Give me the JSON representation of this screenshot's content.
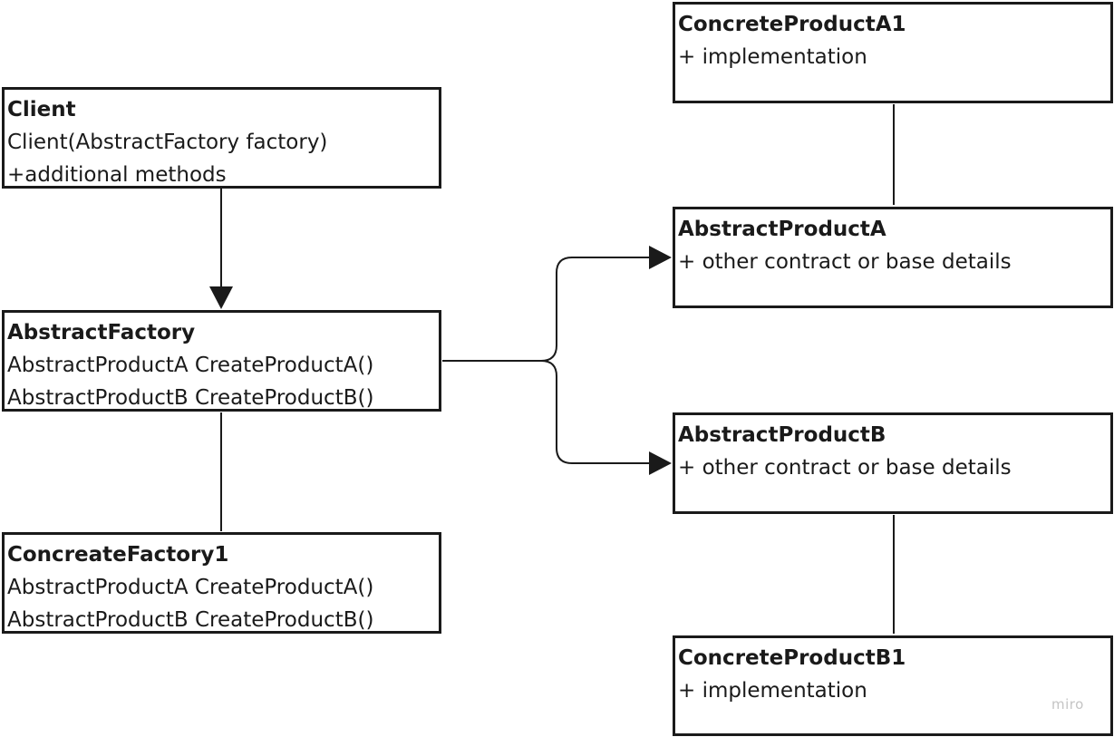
{
  "diagram": {
    "watermark": "miro",
    "line_color": "#1a1a1a",
    "boxes": {
      "client": {
        "title": "Client",
        "members": [
          "Client(AbstractFactory factory)",
          "+additional methods"
        ]
      },
      "abstract_factory": {
        "title": "AbstractFactory",
        "members": [
          "AbstractProductA CreateProductA()",
          "AbstractProductB CreateProductB()"
        ]
      },
      "concreate_factory1": {
        "title": "ConcreateFactory1",
        "members": [
          "AbstractProductA CreateProductA()",
          "AbstractProductB CreateProductB()"
        ]
      },
      "concrete_product_a1": {
        "title": "ConcreteProductA1",
        "members": [
          "+ implementation"
        ]
      },
      "abstract_product_a": {
        "title": "AbstractProductA",
        "members": [
          "+ other contract or base details"
        ]
      },
      "abstract_product_b": {
        "title": "AbstractProductB",
        "members": [
          "+ other contract or base details"
        ]
      },
      "concrete_product_b1": {
        "title": "ConcreteProductB1",
        "members": [
          "+ implementation"
        ]
      }
    }
  }
}
